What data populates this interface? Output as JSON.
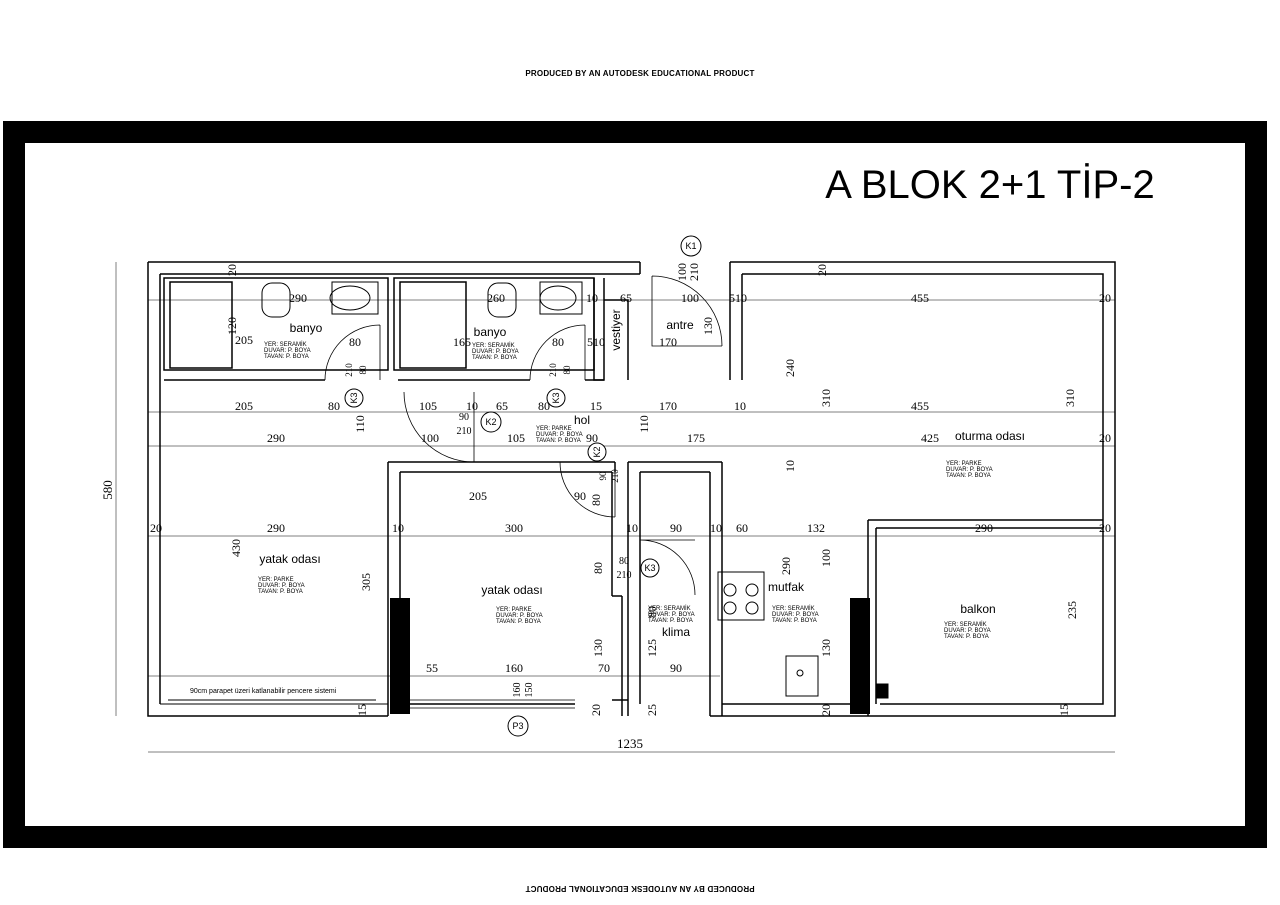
{
  "watermark": "PRODUCED BY AN AUTODESK EDUCATIONAL PRODUCT",
  "title": "A  BLOK  2+1 TİP-2",
  "rooms": {
    "banyo_1": {
      "name": "banyo",
      "finish": [
        "YER: SERAMİK",
        "DUVAR: P. BOYA",
        "TAVAN: P. BOYA"
      ]
    },
    "banyo_2": {
      "name": "banyo",
      "finish": [
        "YER: SERAMİK",
        "DUVAR: P. BOYA",
        "TAVAN: P. BOYA"
      ]
    },
    "vestiyer": {
      "name": "vestiyer"
    },
    "antre": {
      "name": "antre"
    },
    "hol": {
      "name": "hol",
      "finish": [
        "YER: PARKE",
        "DUVAR: P. BOYA",
        "TAVAN: P. BOYA"
      ]
    },
    "oturma_odasi": {
      "name": "oturma odası",
      "finish": [
        "YER: PARKE",
        "DUVAR: P. BOYA",
        "TAVAN: P. BOYA"
      ]
    },
    "yatak_odasi_1": {
      "name": "yatak odası",
      "finish": [
        "YER: PARKE",
        "DUVAR: P. BOYA",
        "TAVAN: P. BOYA"
      ]
    },
    "yatak_odasi_2": {
      "name": "yatak odası",
      "finish": [
        "YER: PARKE",
        "DUVAR: P. BOYA",
        "TAVAN: P. BOYA"
      ]
    },
    "klima": {
      "name": "klima",
      "finish": [
        "YER: SERAMİK",
        "DUVAR: P. BOYA",
        "TAVAN: P. BOYA"
      ]
    },
    "mutfak": {
      "name": "mutfak",
      "finish": [
        "YER: SERAMİK",
        "DUVAR: P. BOYA",
        "TAVAN: P. BOYA"
      ]
    },
    "balkon": {
      "name": "balkon",
      "finish": [
        "YER: SERAMİK",
        "DUVAR: P. BOYA",
        "TAVAN: P. BOYA"
      ]
    }
  },
  "door_tags": {
    "k1": "K1",
    "k2a": "K2",
    "k2b": "K2",
    "k3a": "K3",
    "k3b": "K3",
    "k3c": "K3",
    "p3": "P3"
  },
  "note": "90cm parapet üzeri katlanabilir pencere sistemi",
  "overall": {
    "width": "1235",
    "depth": "580"
  },
  "dims": {
    "d290a": "290",
    "d260": "260",
    "d20a": "20",
    "d20b": "20",
    "d120": "120",
    "d205a": "205",
    "d165": "165",
    "d80a": "80",
    "d80b": "80",
    "d10a": "10",
    "d10b": "10",
    "d65a": "65",
    "d100a": "100",
    "d510a": "510",
    "d455a": "455",
    "d20c": "20",
    "d130a": "130",
    "d170a": "170",
    "d510b": "510",
    "d240": "240",
    "d310a": "310",
    "d310b": "310",
    "d100k1": "100",
    "d210k1": "210",
    "d205b": "205",
    "d80c": "80",
    "d110a": "110",
    "d105a": "105",
    "d10c": "10",
    "d65b": "65",
    "d80d": "80",
    "d15a": "15",
    "d170b": "170",
    "d10d": "10",
    "d455b": "455",
    "d90k2": "90",
    "d210k2": "210",
    "d80k3a": "80",
    "d210k3a": "210",
    "d80k3b": "80",
    "d210k3b": "210",
    "d290b": "290",
    "d100b": "100",
    "d105b": "105",
    "d90a": "90",
    "d110b": "110",
    "d175": "175",
    "d425": "425",
    "d20d": "20",
    "d205c": "205",
    "d90b": "90",
    "d80e": "80",
    "d90c": "90",
    "d210c": "210",
    "d10e": "10",
    "d20e": "20",
    "d290c": "290",
    "d10f": "10",
    "d300": "300",
    "d10g": "10",
    "d90d": "90",
    "d10h": "10",
    "d60": "60",
    "d132": "132",
    "d290d": "290",
    "d20f": "20",
    "d430": "430",
    "d305": "305",
    "d80f": "80",
    "d210d": "210",
    "d80g": "80",
    "d290e": "290",
    "d100c": "100",
    "d235": "235",
    "d130b": "130",
    "d125": "125",
    "d80h": "80",
    "d130c": "130",
    "d55": "55",
    "d160a": "160",
    "d70": "70",
    "d90e": "90",
    "d15b": "15",
    "d160b": "160",
    "d150": "150",
    "d20g": "20",
    "d25": "25",
    "d20h": "20",
    "d15c": "15"
  }
}
